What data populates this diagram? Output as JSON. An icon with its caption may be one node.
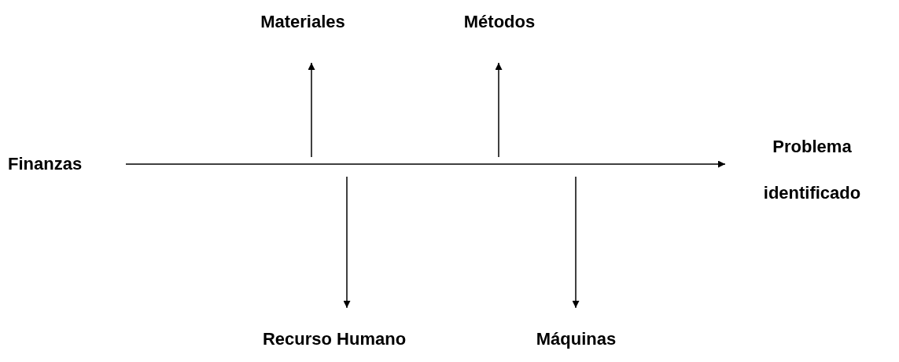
{
  "diagram": {
    "nodes": [
      {
        "text": [
          "Finanzas"
        ]
      },
      {
        "text": [
          "Problema identificado"
        ]
      },
      {
        "text": [
          "Materiales"
        ]
      },
      {
        "text": [
          "Métodos"
        ]
      },
      {
        "text": [
          "Recurso Humano"
        ]
      },
      {
        "text": [
          "Máquinas"
        ]
      }
    ],
    "edges": [
      {
        "from": 0,
        "to": 1,
        "arrow": "to"
      },
      {
        "from": null,
        "to": 2,
        "arrow": "to"
      },
      {
        "from": null,
        "to": 3,
        "arrow": "to"
      },
      {
        "from": null,
        "to": 4,
        "arrow": "to"
      },
      {
        "from": null,
        "to": 5,
        "arrow": "to"
      }
    ]
  }
}
